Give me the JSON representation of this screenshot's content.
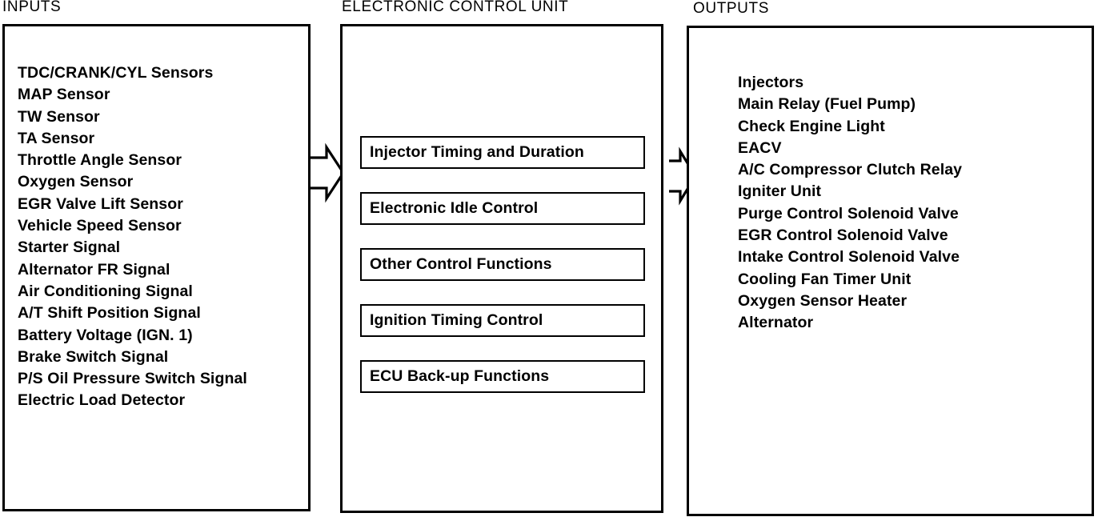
{
  "diagram": {
    "title_inputs": "INPUTS",
    "title_ecu": "ELECTRONIC CONTROL UNIT",
    "title_outputs": "OUTPUTS",
    "line_color": "#000000",
    "background_color": "#ffffff"
  },
  "inputs": {
    "heading": "INPUTS",
    "items": [
      "TDC/CRANK/CYL Sensors",
      "MAP Sensor",
      "TW Sensor",
      "TA Sensor",
      "Throttle Angle Sensor",
      "Oxygen Sensor",
      "EGR Valve Lift Sensor",
      "Vehicle Speed Sensor",
      "Starter Signal",
      "Alternator FR Signal",
      "Air Conditioning Signal",
      "A/T Shift Position Signal",
      "Battery Voltage (IGN. 1)",
      "Brake Switch Signal",
      "P/S Oil Pressure Switch Signal",
      "Electric Load Detector"
    ]
  },
  "ecu": {
    "heading": "ELECTRONIC CONTROL UNIT",
    "functions": [
      "Injector Timing and Duration",
      "Electronic Idle Control",
      "Other Control Functions",
      "Ignition Timing Control",
      "ECU Back-up Functions"
    ]
  },
  "outputs": {
    "heading": "OUTPUTS",
    "items": [
      "Injectors",
      "Main Relay (Fuel Pump)",
      "Check Engine Light",
      "EACV",
      "A/C Compressor Clutch Relay",
      "Igniter Unit",
      "Purge Control Solenoid Valve",
      "EGR Control Solenoid Valve",
      "Intake Control Solenoid Valve",
      "Cooling Fan Timer Unit",
      "Oxygen Sensor Heater",
      "Alternator"
    ]
  },
  "arrows": [
    {
      "name": "inputs-to-ecu-arrow",
      "direction": "right"
    },
    {
      "name": "ecu-to-outputs-arrow",
      "direction": "right"
    }
  ]
}
